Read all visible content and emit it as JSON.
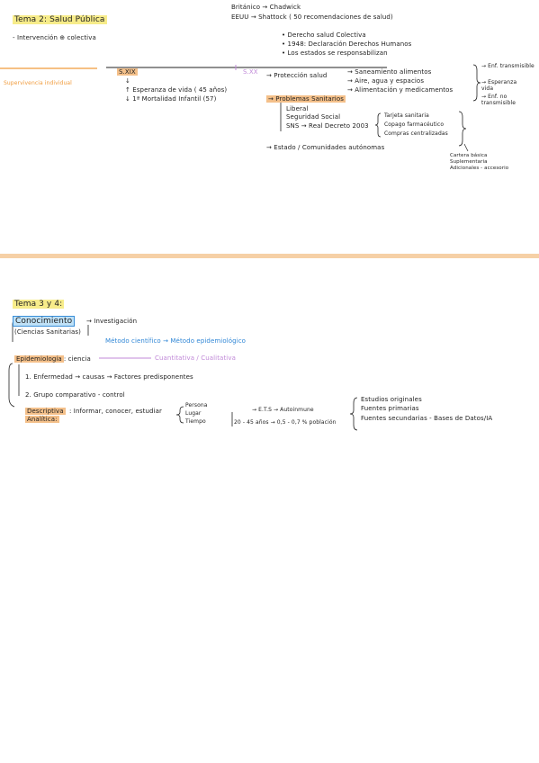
{
  "section1": {
    "title": "Tema 2: Salud Pública",
    "intervention": "- Intervención ⊕ colectiva",
    "supervivencia": "Supervivencia individual",
    "britanico": "Británico → Chadwick",
    "eeuu": "EEUU → Shattock ( 50 recomendaciones de salud)",
    "rights": [
      "• Derecho salud Colectiva",
      "• 1948: Declaración Derechos Humanos",
      "• Los estados se responsabilizan"
    ],
    "sxix": "S.XIX",
    "sxix_items": [
      "↑ Esperanza de vida ( 45 años)",
      "↓ 1ª Mortalidad Infantil (57)"
    ],
    "sxx": "S.XX",
    "proteccion": "→ Protección salud",
    "proteccion_items": [
      "→ Saneamiento alimentos",
      "→ Aire, agua y espacios",
      "→ Alimentación y medicamentos"
    ],
    "enf_trans": "→ Enf. transmisible",
    "esperanza": "→ Esperanza vida",
    "enf_no_trans": "→ Enf. no transmisible",
    "problemas": "→ Problemas Sanitarios",
    "problemas_items": [
      "Liberal",
      "Seguridad Social",
      "SNS → Real Decreto 2003"
    ],
    "sns_items": [
      "Tarjeta sanitaria",
      "Copago farmacéutico",
      "Compras centralizadas"
    ],
    "cartera": [
      "Cartera básica",
      "Suplementaria",
      "Adicionales - accesorio"
    ],
    "estado": "→ Estado / Comunidades autónomas"
  },
  "section2": {
    "title": "Tema 3 y 4:",
    "conocimiento": "Conocimiento",
    "ciencias": "(Ciencias Sanitarias)",
    "investigacion": "→ Investigación",
    "metodo": "Método científico → Método epidemiológico",
    "epidemiologia": "Epidemiología",
    "ciencia": ": ciencia",
    "cuanti": "Cuantitativa / Cualitativa",
    "enfermedad": "1. Enfermedad → causas → Factores predisponentes",
    "grupo": "2. Grupo comparativo - control",
    "descriptiva": "Descriptiva",
    "analitica": "Analítica:",
    "informar": ": Informar, conocer, estudiar",
    "persona_items": [
      "Persona",
      "Lugar",
      "Tiempo"
    ],
    "ets": "→ E.T.S → Autoinmune",
    "edad": "20 - 45 años → 0,5 - 0,7 % población",
    "estudios": [
      "Estudios originales",
      "Fuentes primarias",
      "Fuentes secundarias - Bases de Datos/IA"
    ]
  }
}
